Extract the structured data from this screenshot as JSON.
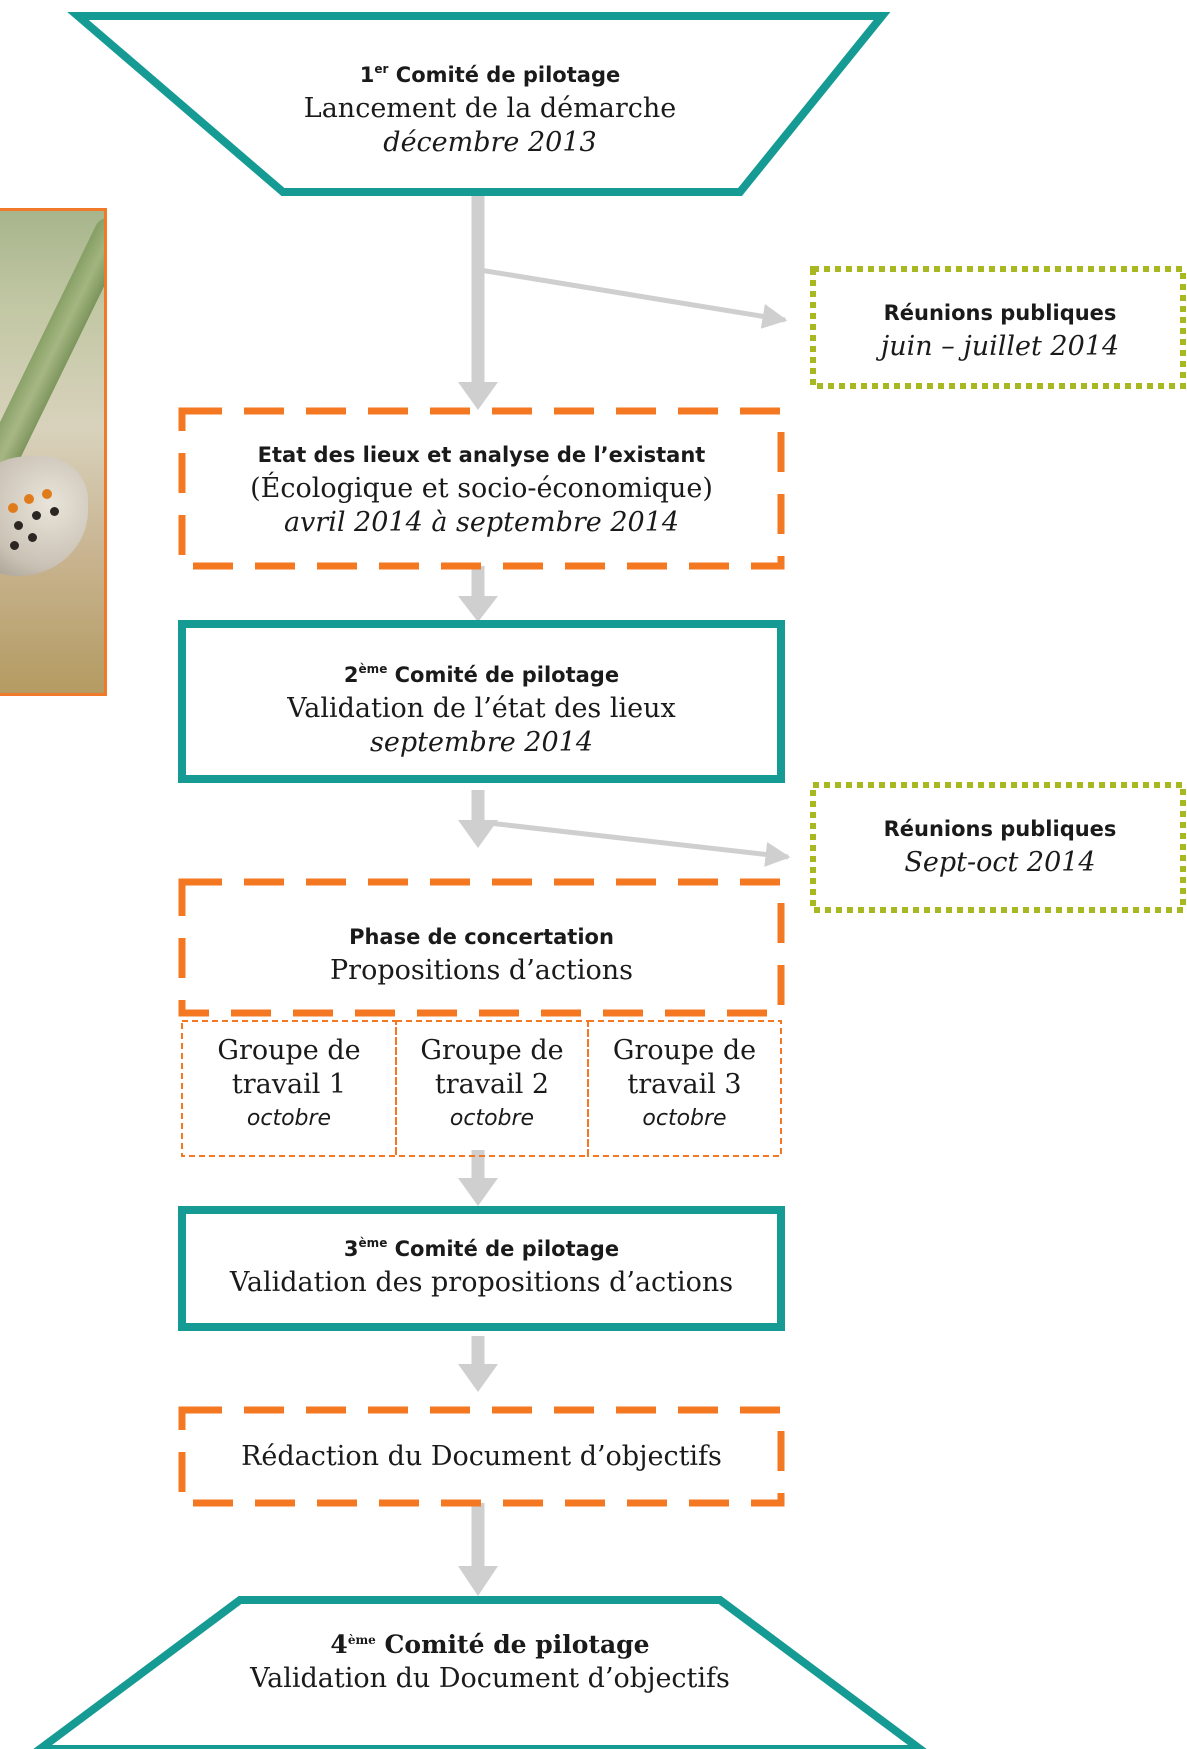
{
  "step1": {
    "ordinal": "1",
    "ordinal_sup": "er",
    "title": "Comité de pilotage",
    "line": "Lancement de la démarche",
    "date": "décembre 2013"
  },
  "public1": {
    "title": "Réunions publiques",
    "date": "juin – juillet 2014"
  },
  "etat": {
    "title": "Etat des lieux et analyse de l’existant",
    "line": "(Écologique et socio-économique)",
    "date": "avril 2014 à septembre 2014"
  },
  "step2": {
    "ordinal": "2",
    "ordinal_sup": "ème",
    "title": "Comité de pilotage",
    "line": "Validation de l’état des lieux",
    "date": "septembre 2014"
  },
  "public2": {
    "title": "Réunions publiques",
    "date": "Sept-oct 2014"
  },
  "concertation": {
    "title": "Phase de concertation",
    "line": "Propositions d’actions"
  },
  "groups": [
    {
      "line1": "Groupe de",
      "line2": "travail  1",
      "date": "octobre"
    },
    {
      "line1": "Groupe de",
      "line2": "travail  2",
      "date": "octobre"
    },
    {
      "line1": "Groupe de",
      "line2": "travail  3",
      "date": "octobre"
    }
  ],
  "step3": {
    "ordinal": "3",
    "ordinal_sup": "ème",
    "title": "Comité de pilotage",
    "line": "Validation des propositions d’actions"
  },
  "redaction": {
    "line": "Rédaction du Document d’objectifs"
  },
  "step4": {
    "ordinal": "4",
    "ordinal_sup": "ème",
    "title": "Comité de pilotage",
    "line": "Validation du Document d’objectifs"
  },
  "colors": {
    "teal": "#159a94",
    "orange": "#f47721",
    "olive": "#a8b820",
    "arrow": "#cfcfcf",
    "photo_border": "#f07a2a"
  },
  "photo": {
    "subject": "butterfly-on-grass"
  }
}
